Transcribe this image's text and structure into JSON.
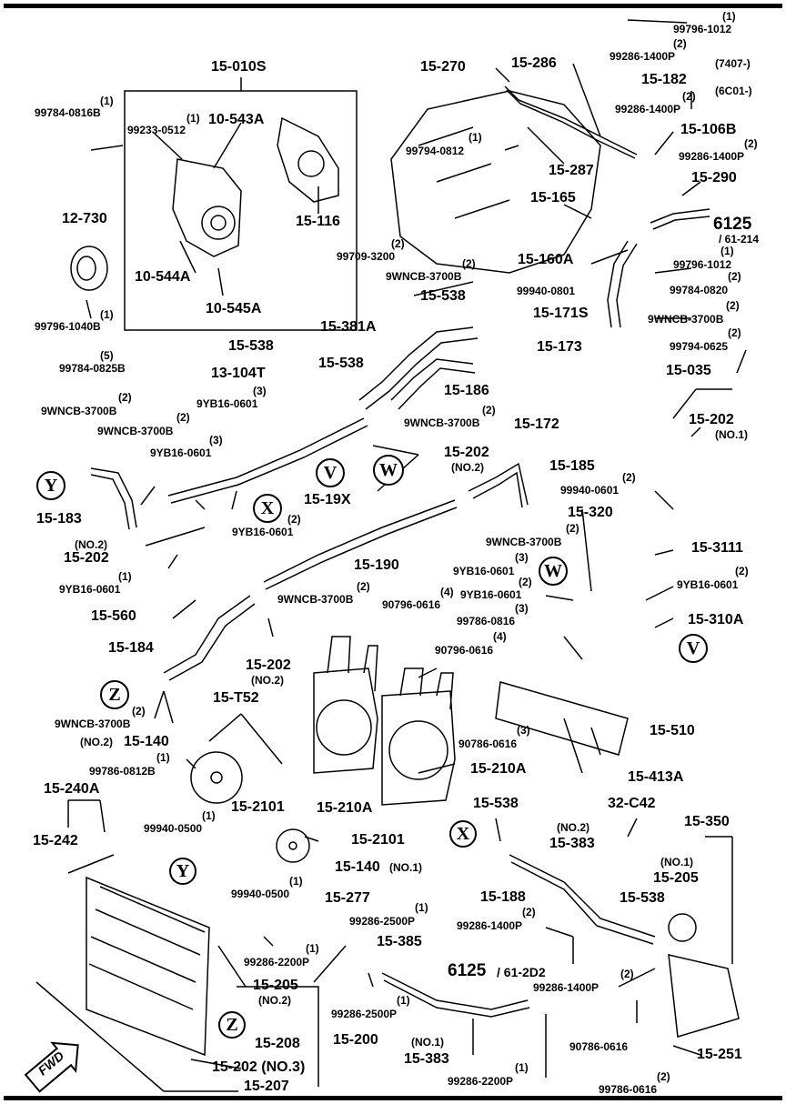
{
  "parts": {
    "p15_010S": "15-010S",
    "p10_543A": "10-543A",
    "p99233": "99233-0512",
    "p99233_q": "(1)",
    "p15_116": "15-116",
    "p10_544A": "10-544A",
    "p10_545A": "10-545A",
    "p99784_0816B": "99784-0816B",
    "p99784_0816B_q": "(1)",
    "p12_730": "12-730",
    "p99796_1040B": "99796-1040B",
    "p99796_1040B_q": "(1)",
    "p99784_0825B": "99784-0825B",
    "p99784_0825B_q": "(5)",
    "p15_270": "15-270",
    "p15_286": "15-286",
    "p99794_0812": "99794-0812",
    "p99794_0812_q": "(1)",
    "p99796_1012a": "99796-1012",
    "p99796_1012a_q": "(1)",
    "p99286_1400P_a": "99286-1400P",
    "p99286_1400P_a_q": "(2)",
    "p15_182": "15-182",
    "p7407": "(7407-)",
    "p6C01": "(6C01-)",
    "p99286_1400P_b": "99286-1400P",
    "p99286_1400P_b_q": "(2)",
    "p15_106B": "15-106B",
    "p99286_1400P_c": "99286-1400P",
    "p99286_1400P_c_q": "(2)",
    "p15_287": "15-287",
    "p15_290": "15-290",
    "p15_165": "15-165",
    "ref6125a": "6125",
    "ref61_214": "/ 61-214",
    "p99796_1012b": "99796-1012",
    "p99796_1012b_q": "(1)",
    "p15_160A": "15-160A",
    "p99784_0820": "99784-0820",
    "p99784_0820_q": "(2)",
    "p99709_3200": "99709-3200",
    "p99709_3200_q": "(2)",
    "p9WNCB_a": "9WNCB-3700B",
    "p9WNCB_a_q": "(2)",
    "p15_538a": "15-538",
    "p99940_0801": "99940-0801",
    "p15_171S": "15-171S",
    "p9WNCB_b": "9WNCB-3700B",
    "p9WNCB_b_q": "(2)",
    "p15_381A": "15-381A",
    "p15_173": "15-173",
    "p99794_0625": "99794-0625",
    "p99794_0625_q": "(2)",
    "p15_538b": "15-538",
    "p15_538c": "15-538",
    "p13_104T": "13-104T",
    "p9YB16_a": "9YB16-0601",
    "p9YB16_a_q": "(3)",
    "p15_186": "15-186",
    "p15_035": "15-035",
    "p9WNCB_c": "9WNCB-3700B",
    "p9WNCB_c_q": "(2)",
    "p9WNCB_d": "9WNCB-3700B",
    "p9WNCB_d_q": "(2)",
    "p9WNCB_e": "9WNCB-3700B",
    "p9WNCB_e_q": "(2)",
    "p15_172": "15-172",
    "p15_202_NO1": "15-202",
    "p15_202_NO1_s": "(NO.1)",
    "p9YB16_b": "9YB16-0601",
    "p9YB16_b_q": "(3)",
    "p15_202_NO2a": "15-202",
    "p15_202_NO2a_s": "(NO.2)",
    "p15_185": "15-185",
    "p99940_0601": "99940-0601",
    "p99940_0601_q": "(2)",
    "p15_183": "15-183",
    "p15_19X": "15-19X",
    "p9YB16_c": "9YB16-0601",
    "p9YB16_c_q": "(2)",
    "p9WNCB_f": "9WNCB-3700B",
    "p9WNCB_f_q": "(2)",
    "p15_320": "15-320",
    "p15_202_NO2b_s": "(NO.2)",
    "p15_202_NO2b": "15-202",
    "p9YB16_d": "9YB16-0601",
    "p9YB16_d_q": "(1)",
    "p15_190": "15-190",
    "p9YB16_e": "9YB16-0601",
    "p9YB16_e_q": "(3)",
    "p15_3111": "15-3111",
    "p9YB16_f": "9YB16-0601",
    "p9YB16_f_q": "(2)",
    "p9YB16_g": "9YB16-0601",
    "p9YB16_g_q": "(2)",
    "p15_560": "15-560",
    "p9WNCB_g": "9WNCB-3700B",
    "p9WNCB_g_q": "(2)",
    "p90796_0616a": "90796-0616",
    "p90796_0616a_q": "(4)",
    "p99786_0816": "99786-0816",
    "p99786_0816_q": "(3)",
    "p15_310A": "15-310A",
    "p15_184": "15-184",
    "p90796_0616b": "90796-0616",
    "p90796_0616b_q": "(4)",
    "p15_202_NO2c": "15-202",
    "p15_202_NO2c_s": "(NO.2)",
    "p9WNCB_h": "9WNCB-3700B",
    "p9WNCB_h_q": "(2)",
    "p15_T52": "15-T52",
    "p15_140_NO2": "15-140",
    "p15_140_NO2_s": "(NO.2)",
    "p99786_0812B": "99786-0812B",
    "p99786_0812B_q": "(1)",
    "p90786_0616a": "90786-0616",
    "p90786_0616a_q": "(3)",
    "p15_510": "15-510",
    "p15_210A_a": "15-210A",
    "p15_413A": "15-413A",
    "p15_240A": "15-240A",
    "p15_2101a": "15-2101",
    "p15_210A_b": "15-210A",
    "p99940_0500a": "99940-0500",
    "p99940_0500a_q": "(1)",
    "p15_242": "15-242",
    "p15_2101b": "15-2101",
    "p15_538d": "15-538",
    "p32_C42": "32-C42",
    "p15_350": "15-350",
    "p15_140_NO1": "15-140",
    "p15_140_NO1_s": "(NO.1)",
    "p15_383_NO2_s": "(NO.2)",
    "p15_383_NO2": "15-383",
    "p15_205_NO1_s": "(NO.1)",
    "p15_205_NO1": "15-205",
    "p99940_0500b": "99940-0500",
    "p99940_0500b_q": "(1)",
    "p15_277": "15-277",
    "p99286_2500P_a": "99286-2500P",
    "p99286_2500P_a_q": "(1)",
    "p15_188": "15-188",
    "p99286_1400P_d": "99286-1400P",
    "p99286_1400P_d_q": "(2)",
    "p15_538e": "15-538",
    "p99286_2200P_a": "99286-2200P",
    "p99286_2200P_a_q": "(1)",
    "p15_385": "15-385",
    "ref6125b": "6125",
    "ref61_2D2": "/ 61-2D2",
    "p99286_1400P_e": "99286-1400P",
    "p99286_1400P_e_q": "(2)",
    "p15_205_NO2": "15-205",
    "p15_205_NO2_s": "(NO.2)",
    "p99286_2500P_b": "99286-2500P",
    "p99286_2500P_b_q": "(1)",
    "p90786_0616b": "90786-0616",
    "p15_208": "15-208",
    "p15_200": "15-200",
    "p15_383_NO1_s": "(NO.1)",
    "p15_383_NO1": "15-383",
    "p15_251": "15-251",
    "p15_202_NO3": "15-202 (NO.3)",
    "p99286_2200P_b": "99286-2200P",
    "p99286_2200P_b_q": "(1)",
    "p99786_0616": "99786-0616",
    "p99786_0616_q": "(2)",
    "p15_207": "15-207"
  },
  "markers": {
    "Y": "Y",
    "X": "X",
    "Z": "Z",
    "V": "V",
    "W": "W"
  },
  "fwd": "FWD"
}
